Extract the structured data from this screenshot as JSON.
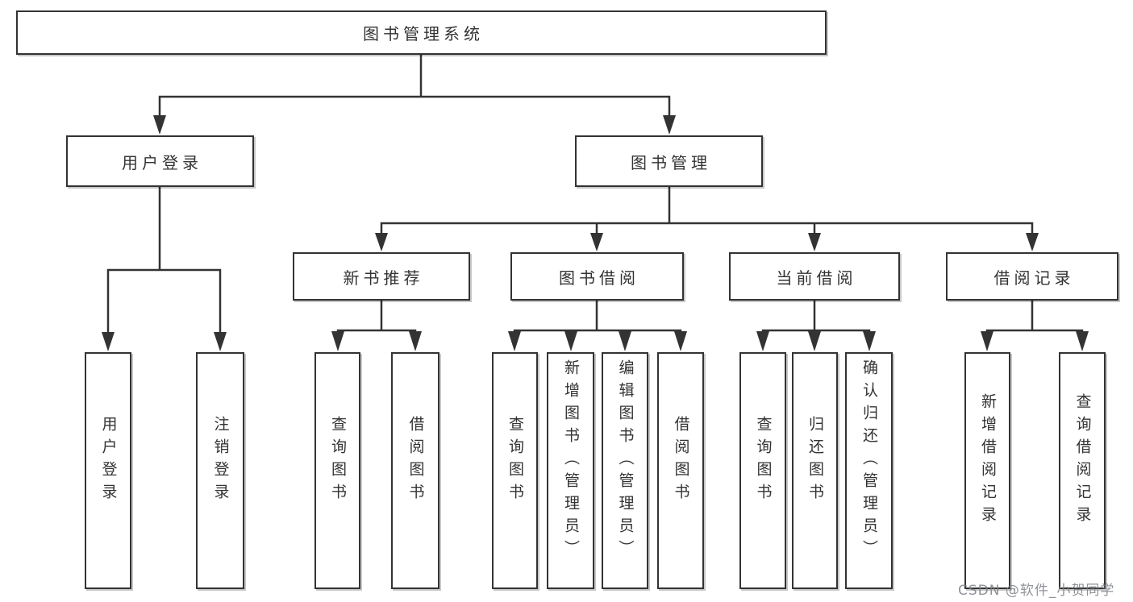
{
  "nodes": {
    "root": "图书管理系统",
    "user_login": "用户登录",
    "book_management": "图书管理",
    "new_book_recommend": "新书推荐",
    "book_borrow": "图书借阅",
    "current_borrow": "当前借阅",
    "borrow_record": "借阅记录",
    "leaves": {
      "user_login": "用户登录",
      "logout": "注销登录",
      "nbr_query_book": "查询图书",
      "nbr_borrow_book": "借阅图书",
      "bb_query_book": "查询图书",
      "bb_add_book": "新增图书（管理员）",
      "bb_edit_book": "编辑图书（管理员）",
      "bb_borrow_book": "借阅图书",
      "cb_query_book": "查询图书",
      "cb_return_book": "归还图书",
      "cb_confirm_return": "确认归还（管理员）",
      "br_add_record": "新增借阅记录",
      "br_query_record": "查询借阅记录"
    }
  },
  "watermark": "CSDN @软件_小贺同学",
  "colors": {
    "ink": "#333333",
    "background": "#ffffff",
    "watermark": "#7d8086"
  }
}
